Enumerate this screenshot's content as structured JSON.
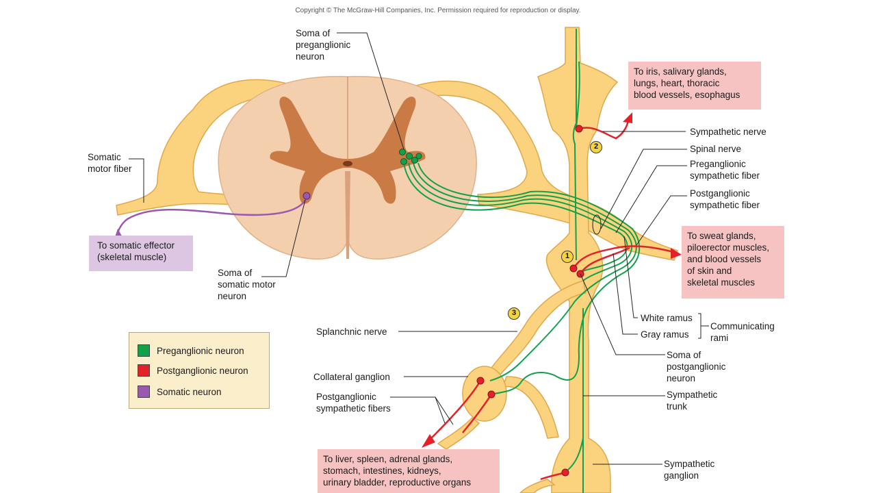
{
  "copyright": "Copyright © The McGraw-Hill Companies, Inc. Permission required for reproduction or display.",
  "labels": {
    "soma_pre": "Soma of\npreganglionic\nneuron",
    "somatic_motor_fiber": "Somatic\nmotor fiber",
    "soma_somatic": "Soma of\nsomatic motor\nneuron",
    "sympathetic_nerve": "Sympathetic nerve",
    "spinal_nerve": "Spinal nerve",
    "pre_fiber": "Preganglionic\nsympathetic fiber",
    "post_fiber": "Postganglionic\nsympathetic fiber",
    "white_ramus": "White ramus",
    "gray_ramus": "Gray ramus",
    "communicating_rami": "Communicating\nrami",
    "soma_post": "Soma of\npostganglionic\nneuron",
    "sympathetic_trunk": "Sympathetic\ntrunk",
    "sympathetic_ganglion": "Sympathetic\nganglion",
    "splanchnic_nerve": "Splanchnic nerve",
    "collateral_ganglion": "Collateral ganglion",
    "post_fibers": "Postganglionic\nsympathetic fibers"
  },
  "targets": {
    "iris": "To iris, salivary glands,\nlungs, heart, thoracic\nblood vessels, esophagus",
    "sweat": "To sweat glands,\npiloerector muscles,\nand blood vessels\nof skin and\nskeletal muscles",
    "liver": "To liver, spleen, adrenal glands,\nstomach, intestines, kidneys,\nurinary bladder, reproductive organs",
    "somatic_effector": "To somatic effector\n(skeletal muscle)"
  },
  "legend": {
    "items": [
      {
        "label": "Preganglionic neuron",
        "color": "#12a14b"
      },
      {
        "label": "Postganglionic neuron",
        "color": "#e3212b"
      },
      {
        "label": "Somatic neuron",
        "color": "#9a58ae"
      }
    ]
  },
  "markers": [
    "1",
    "2",
    "3"
  ],
  "colors": {
    "nerve_fill": "#fbd27e",
    "nerve_stroke": "#e0a74a",
    "white_matter": "#f3cfae",
    "gray_matter": "#c97a45",
    "preganglionic": "#12a14b",
    "postganglionic": "#e3212b",
    "somatic": "#9a58ae",
    "target_box": "#f6c3c2"
  }
}
